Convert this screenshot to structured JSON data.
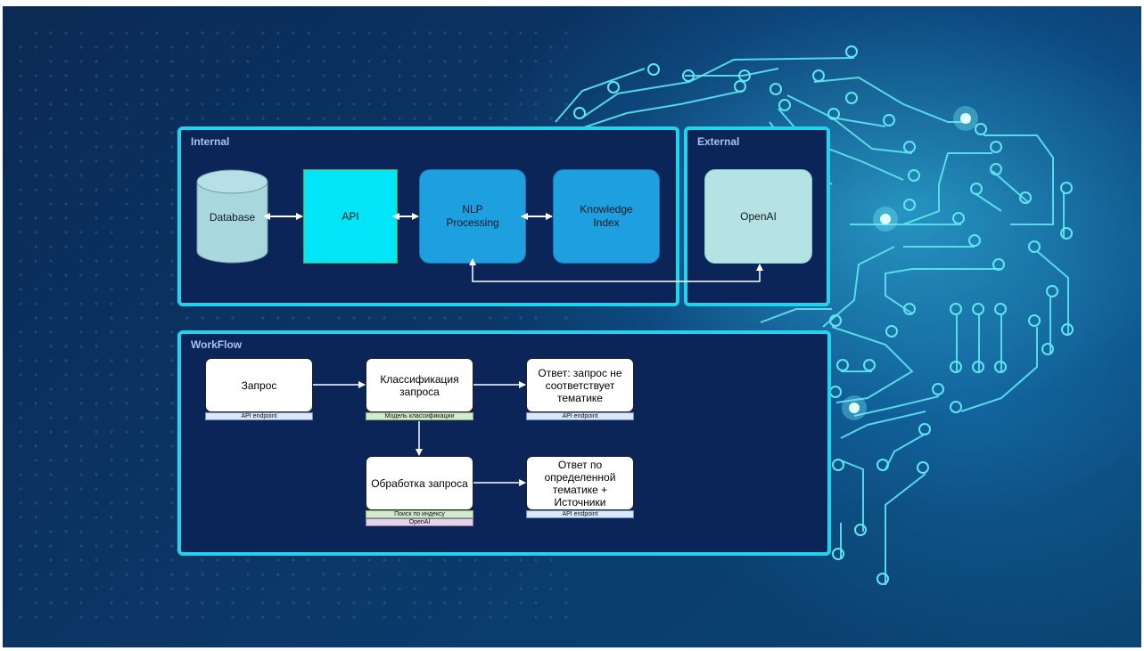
{
  "diagram": {
    "panels": {
      "internal": "Internal",
      "external": "External",
      "workflow": "WorkFlow"
    },
    "components": {
      "database": "Database",
      "api": "API",
      "nlp": "NLP Processing",
      "knowledge": "Knowledge Index",
      "openai": "OpenAI"
    },
    "workflow": {
      "request": "Запрос",
      "request_tag": "API endpoint",
      "classify": "Классификация запроса",
      "classify_tag": "Модель классификации",
      "off_topic": "Ответ: запрос не соответствует тематике",
      "off_topic_tag": "API endpoint",
      "process": "Обработка запроса",
      "process_tag_1": "Поиск по индексу",
      "process_tag_2": "OpenAI",
      "answer": "Ответ по определенной тематике + Источники",
      "answer_tag": "API endpoint"
    },
    "colors": {
      "panel_border": "#20d4f0",
      "panel_fill": "#0c2558",
      "api_fill": "#00e5f7",
      "nlp_fill": "#1e9fe0",
      "openai_fill": "#b5e2e2",
      "database_fill": "#a8d8de"
    }
  }
}
